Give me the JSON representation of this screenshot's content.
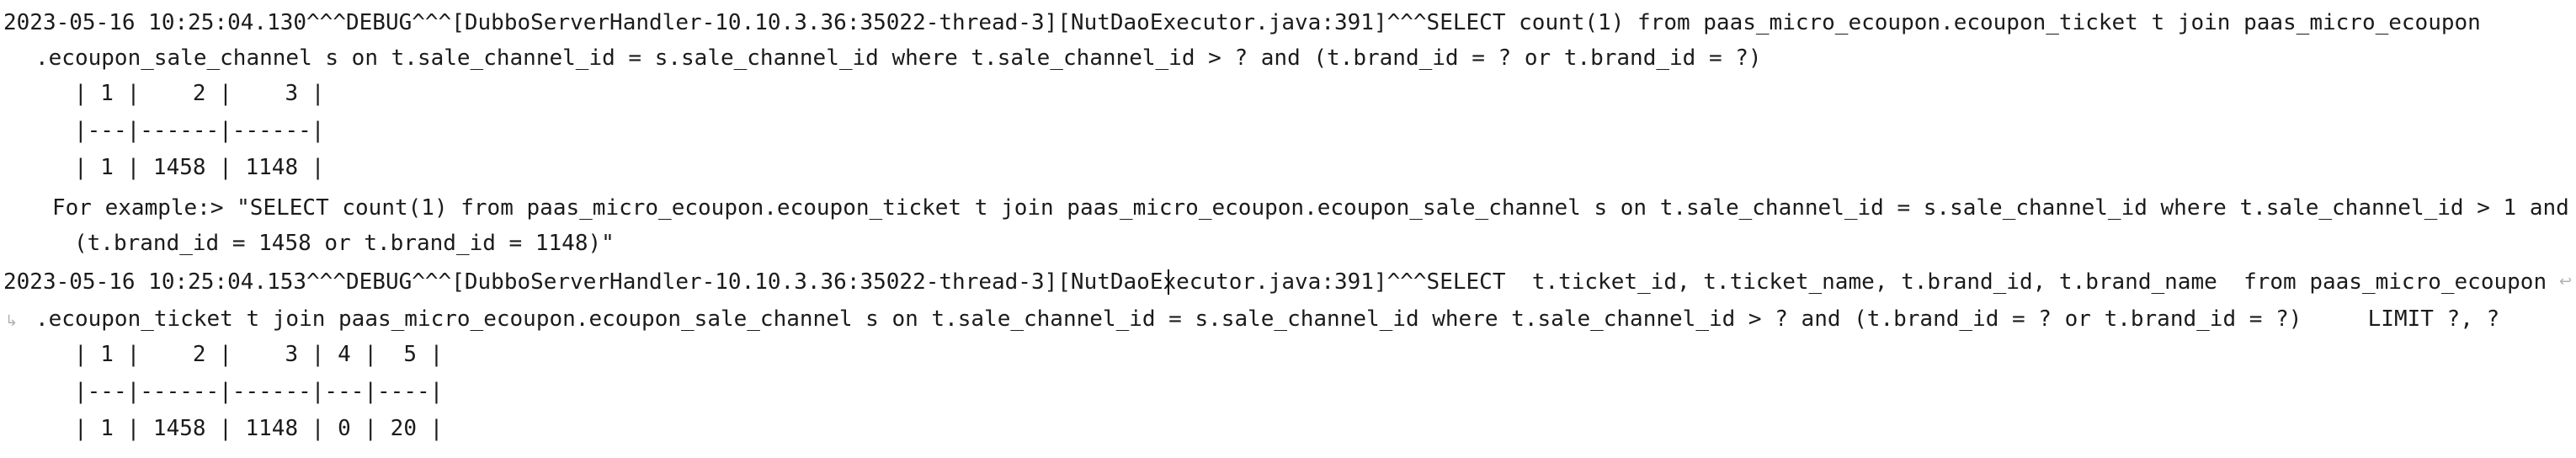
{
  "console": {
    "lines": [
      "2023-05-16 10:25:04.130^^^DEBUG^^^[DubboServerHandler-10.10.3.36:35022-thread-3][NutDaoExecutor.java:391]^^^SELECT count(1) from paas_micro_ecoupon.ecoupon_ticket t join paas_micro_ecoupon",
      ".ecoupon_sale_channel s on t.sale_channel_id = s.sale_channel_id where t.sale_channel_id > ? and (t.brand_id = ? or t.brand_id = ?)",
      "| 1 |    2 |    3 |",
      "|---|------|------|",
      "| 1 | 1458 | 1148 |",
      "For example:> \"SELECT count(1) from paas_micro_ecoupon.ecoupon_ticket t join paas_micro_ecoupon.ecoupon_sale_channel s on t.sale_channel_id = s.sale_channel_id where t.sale_channel_id > 1 and",
      "(t.brand_id = 1458 or t.brand_id = 1148)\"",
      "2023-05-16 10:25:04.153^^^DEBUG^^^[DubboServerHandler-10.10.3.36:35022-thread-3][NutDaoExecutor.java:391]^^^SELECT  t.ticket_id, t.ticket_name, t.brand_id, t.brand_name  from paas_micro_ecoupon",
      ".ecoupon_ticket t join paas_micro_ecoupon.ecoupon_sale_channel s on t.sale_channel_id = s.sale_channel_id where t.sale_channel_id > ? and (t.brand_id = ? or t.brand_id = ?)     LIMIT ?, ?",
      "| 1 |    2 |    3 | 4 |  5 |",
      "|---|------|------|---|----|",
      "| 1 | 1458 | 1148 | 0 | 20 |"
    ],
    "soft_wrap_icon": "soft-wrap-icon"
  },
  "colors": {
    "background": "#ffffff",
    "text": "#1b1b1b",
    "wrap_marker": "#b0b0b0"
  }
}
